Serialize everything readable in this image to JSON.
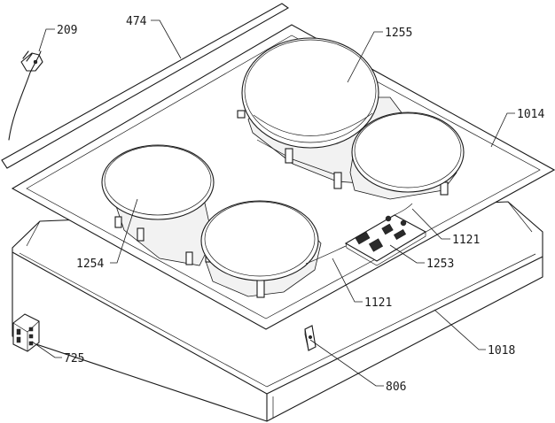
{
  "labels": {
    "l209": "209",
    "l474": "474",
    "l1255": "1255",
    "l1014": "1014",
    "l1121a": "1121",
    "l1254": "1254",
    "l1253": "1253",
    "l1121b": "1121",
    "l1018": "1018",
    "l725": "725",
    "l806": "806"
  }
}
